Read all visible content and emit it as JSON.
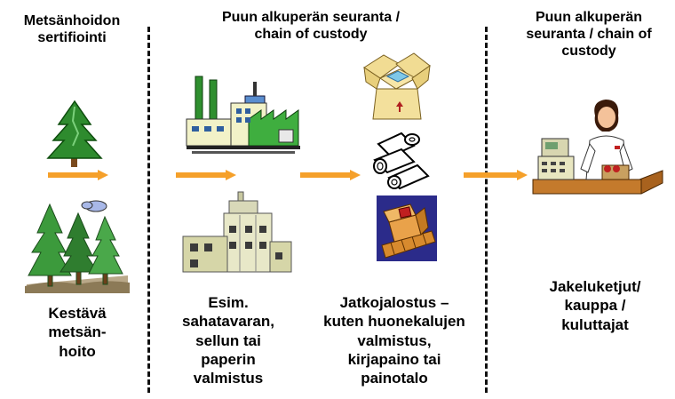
{
  "columns": {
    "col1": {
      "header": [
        "Metsänhoidon",
        "sertifiointi"
      ],
      "label": [
        "Kestävä",
        "metsän-",
        "hoito"
      ]
    },
    "col2": {
      "header": [
        "Puun alkuperän seuranta /",
        "chain of custody"
      ],
      "label": [
        "Esim.",
        "sahatavaran,",
        "sellun tai",
        "paperin",
        "valmistus"
      ]
    },
    "col3": {
      "label": [
        "Jatkojalostus –",
        "kuten huonekalujen",
        "valmistus,",
        "kirjapaino tai",
        "painotalo"
      ]
    },
    "col4": {
      "header": [
        "Puun alkuperän",
        "seuranta / chain of",
        "custody"
      ],
      "label": [
        "Jakeluketjut/",
        "kauppa /",
        "kuluttajat"
      ]
    }
  },
  "icons": [
    "pine-tree-icon",
    "forest-icon",
    "factory-icon",
    "sawmill-icon",
    "cardboard-box-icon",
    "paper-rolls-icon",
    "furniture-box-icon",
    "shop-cashier-icon"
  ],
  "colors": {
    "arrow": "#f5a02a",
    "divider": "#111111",
    "tree_green": "#2e8b2e",
    "factory_green": "#3fae3f"
  }
}
